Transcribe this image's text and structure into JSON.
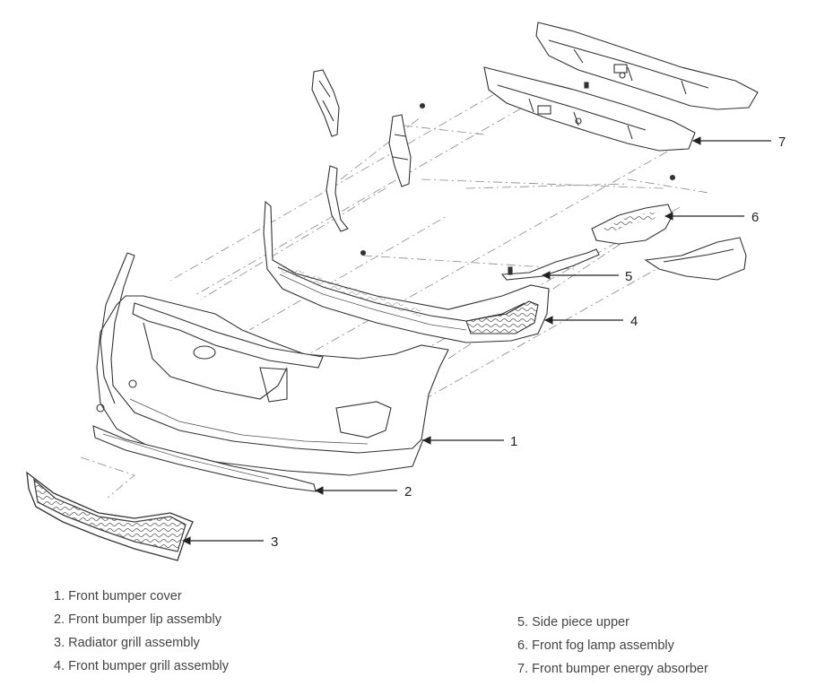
{
  "callouts": {
    "c1": "1",
    "c2": "2",
    "c3": "3",
    "c4": "4",
    "c5": "5",
    "c6": "6",
    "c7": "7"
  },
  "legend": {
    "left": [
      "1. Front bumper cover",
      "2. Front bumper lip assembly",
      "3. Radiator grill assembly",
      "4. Front bumper grill assembly"
    ],
    "right": [
      "5. Side piece upper",
      "6. Front fog lamp assembly",
      "7. Front bumper energy absorber"
    ]
  },
  "colors": {
    "line": "#333333",
    "dash": "#888888",
    "text": "#444444"
  }
}
